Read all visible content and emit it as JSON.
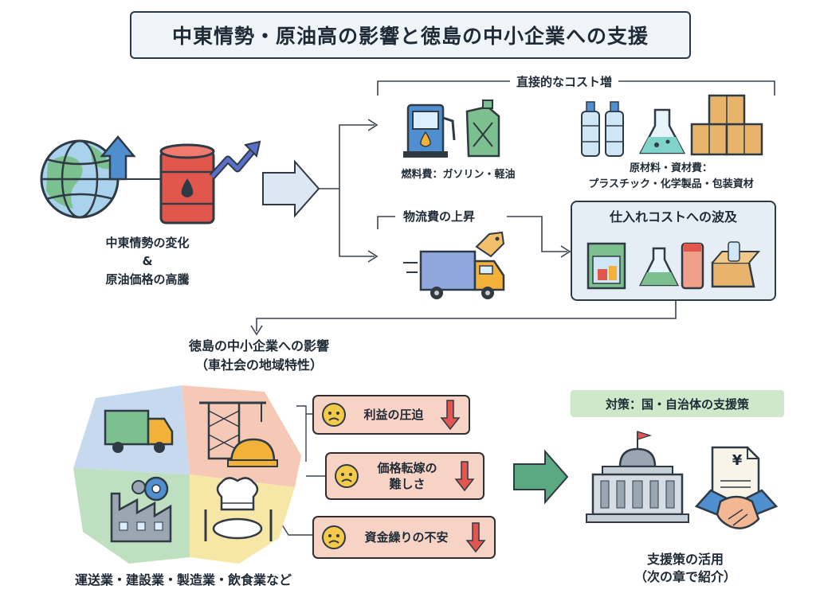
{
  "title": "中東情勢・原油高の影響と徳島の中小企業への支援",
  "cause": {
    "line1": "中東情勢の変化",
    "line2": "&",
    "line3": "原油価格の高騰"
  },
  "direct_cost": {
    "heading": "直接的なコスト増",
    "fuel_label": "燃料費：ガソリン・軽油",
    "materials_label_1": "原材料・資材費：",
    "materials_label_2": "プラスチック・化学製品・包装資材"
  },
  "logistics": {
    "heading": "物流費の上昇"
  },
  "procurement": {
    "heading": "仕入れコストへの波及"
  },
  "local_impact": {
    "heading_1": "徳島の中小企業への影響",
    "heading_2": "（車社会の地域特性）",
    "industries": "運送業・建設業・製造業・飲食業など"
  },
  "impacts": [
    {
      "text_1": "利益の圧迫",
      "text_2": ""
    },
    {
      "text_1": "価格転嫁の",
      "text_2": "難しさ"
    },
    {
      "text_1": "資金繰りの不安",
      "text_2": ""
    }
  ],
  "support": {
    "chip": "対策：国・自治体の支援策",
    "caption_1": "支援策の活用",
    "caption_2": "（次の章で紹介）",
    "yen_symbol": "¥"
  },
  "colors": {
    "arrow_fill": "#dbe7f3",
    "impact_bg": "#f7d3c5",
    "down_arrow": "#e2564f",
    "green_arrow": "#5aa980",
    "chip_bg": "#cfe8c9",
    "callout_bg": "#e4eef4"
  }
}
